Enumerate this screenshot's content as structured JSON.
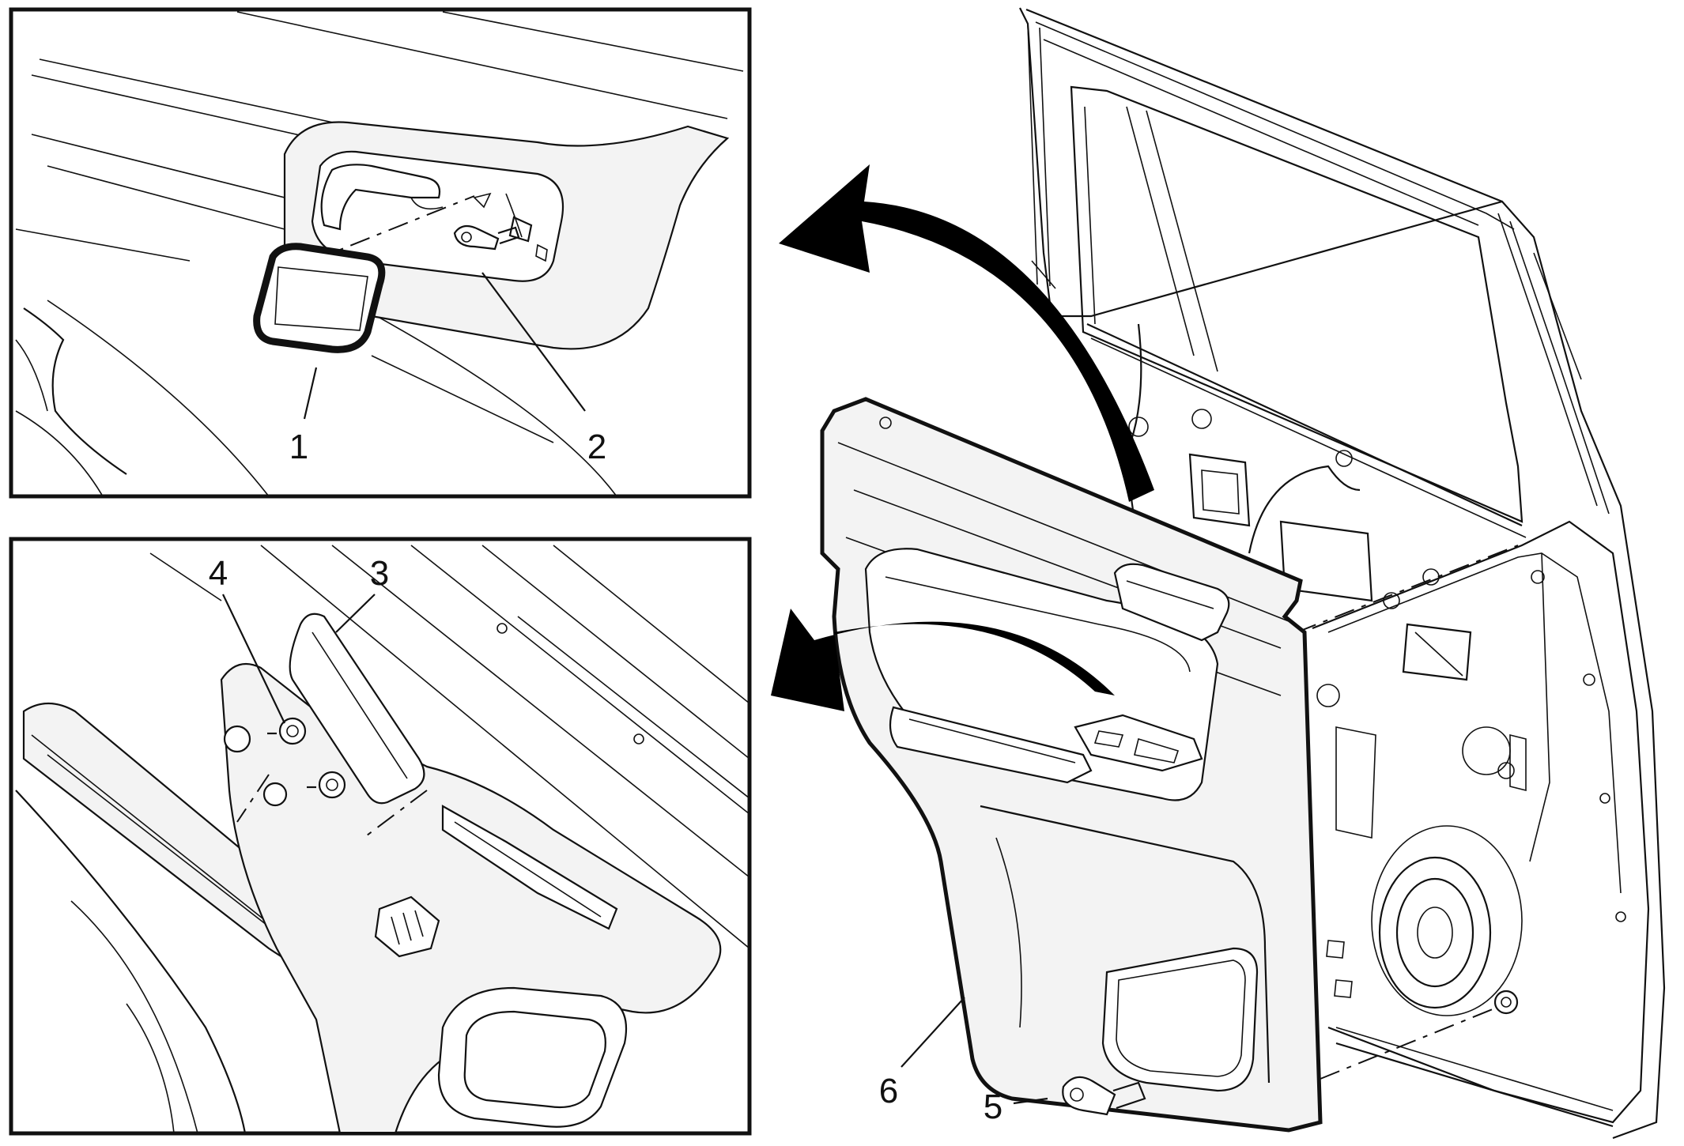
{
  "callouts": [
    {
      "id": "1",
      "label": "1"
    },
    {
      "id": "2",
      "label": "2"
    },
    {
      "id": "3",
      "label": "3"
    },
    {
      "id": "4",
      "label": "4"
    },
    {
      "id": "5",
      "label": "5"
    },
    {
      "id": "6",
      "label": "6"
    }
  ],
  "colors": {
    "line": "#111111",
    "background": "#ffffff",
    "panel": "#f3f3f3",
    "arrow": "#000000"
  }
}
